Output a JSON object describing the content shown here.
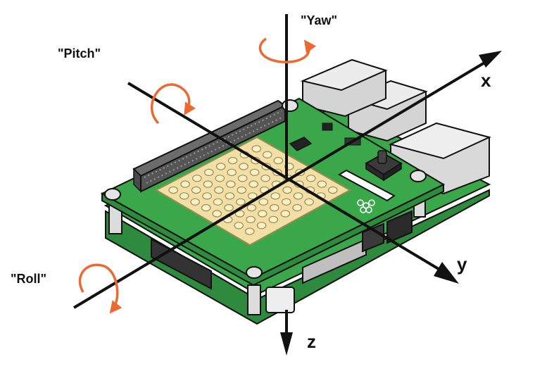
{
  "labels": {
    "yaw": "\"Yaw\"",
    "pitch": "\"Pitch\"",
    "roll": "\"Roll\""
  },
  "axes": {
    "x": "x",
    "y": "y",
    "z": "z"
  },
  "colors": {
    "board_green": "#3aa84a",
    "board_green_dark": "#2e8a3c",
    "led_matrix": "#f2dfa6",
    "led_cell": "#fbefc4",
    "header": "#5a5a5a",
    "usb_gray": "#d9d9d9",
    "rotation_arrow": "#ec6a32",
    "axis_line": "#111111"
  }
}
